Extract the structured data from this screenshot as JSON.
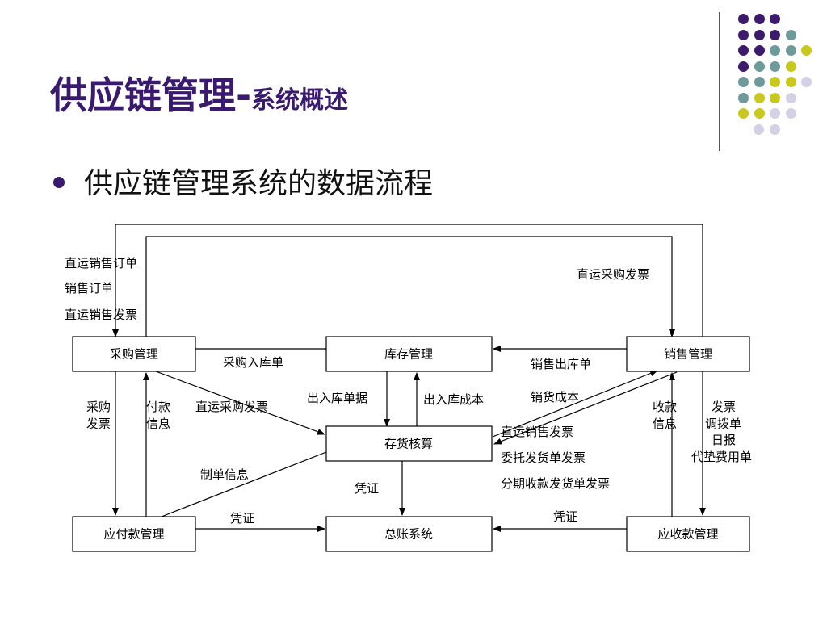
{
  "title": {
    "main": "供应链管理-",
    "sub": "系统概述"
  },
  "bullet": "供应链管理系统的数据流程",
  "colors": {
    "title": "#3a1a6e",
    "dot_dark_purple": "#3d1a6b",
    "dot_teal": "#6e9a9a",
    "dot_yellow": "#c8c81e",
    "dot_lavender": "#d4d0e6"
  },
  "decor_dots": [
    [
      "dark_purple",
      "dark_purple",
      "dark_purple"
    ],
    [
      "dark_purple",
      "dark_purple",
      "dark_purple",
      "teal"
    ],
    [
      "dark_purple",
      "dark_purple",
      "teal",
      "teal",
      "yellow"
    ],
    [
      "dark_purple",
      "teal",
      "teal",
      "yellow"
    ],
    [
      "teal",
      "teal",
      "yellow",
      "yellow",
      "lavender"
    ],
    [
      "teal",
      "yellow",
      "yellow",
      "lavender"
    ],
    [
      "yellow",
      "yellow",
      "lavender",
      "lavender"
    ],
    [
      "lavender",
      "lavender"
    ]
  ],
  "diagram": {
    "nodes": {
      "purchase": "采购管理",
      "inventory": "库存管理",
      "sales": "销售管理",
      "costing": "存货核算",
      "payables": "应付款管理",
      "ledger": "总账系统",
      "receivables": "应收款管理"
    },
    "labels": {
      "direct_sales_order": "直运销售订单",
      "sales_order": "销售订单",
      "direct_sales_invoice_top": "直运销售发票",
      "direct_purchase_invoice_top": "直运采购发票",
      "purchase_receipt": "采购入库单",
      "sales_outbound": "销售出库单",
      "purchase_invoice_1": "采购",
      "purchase_invoice_2": "发票",
      "payment_info_1": "付款",
      "payment_info_2": "信息",
      "direct_purchase_invoice_mid": "直运采购发票",
      "outbound_docs": "出入库单据",
      "outbound_cost": "出入库成本",
      "cost_of_sales": "销货成本",
      "receipt_info_1": "收款",
      "receipt_info_2": "信息",
      "invoice": "发票",
      "transfer": "调拨单",
      "daily_report": "日报",
      "advance_fee": "代垫费用单",
      "direct_sales_invoice_mid": "直运销售发票",
      "consign_invoice": "委托发货单发票",
      "installment_invoice": "分期收款发货单发票",
      "voucher_info": "制单信息",
      "voucher_center": "凭证",
      "voucher_left": "凭证",
      "voucher_right": "凭证"
    }
  }
}
